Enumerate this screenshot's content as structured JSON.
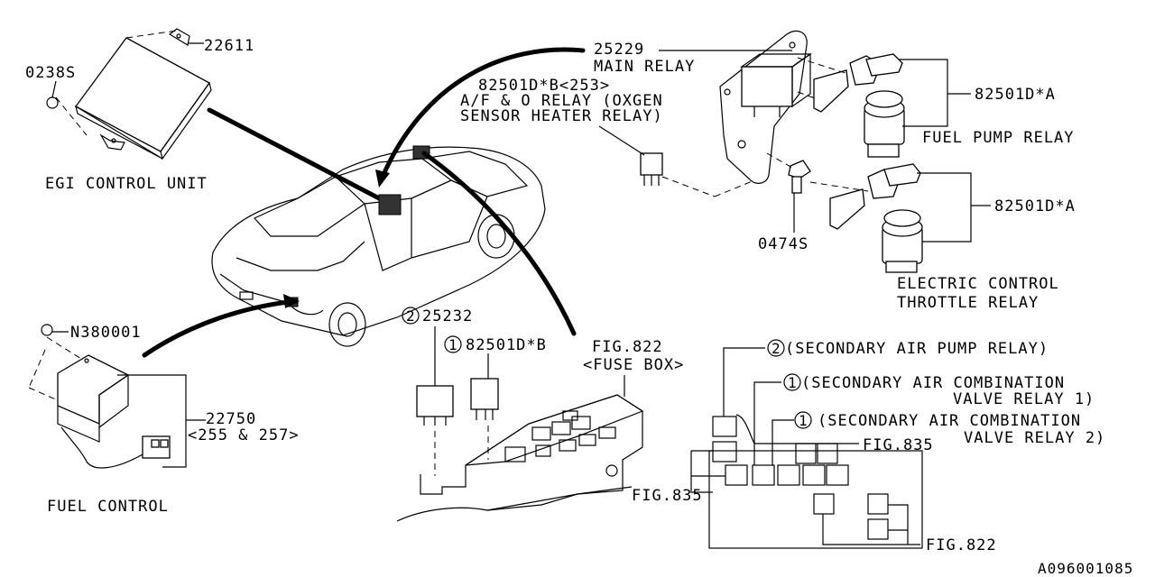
{
  "labels": {
    "p22611": "22611",
    "p0238s": "0238S",
    "egi": "EGI CONTROL UNIT",
    "p25229": "25229",
    "main_relay": "MAIN RELAY",
    "p82501db": "82501D*B<253>",
    "af_relay_1": "A/F & O  RELAY (OXGEN",
    "af_relay_2": "SENSOR HEATER RELAY)",
    "p82501da_1": "82501D*A",
    "fuel_pump_relay": "FUEL PUMP RELAY",
    "p82501da_2": "82501D*A",
    "p0474s": "0474S",
    "etc_relay_1": "ELECTRIC CONTROL",
    "etc_relay_2": "THROTTLE RELAY",
    "pn380001": "N380001",
    "p22750": "22750",
    "p22750_sub": "<255 & 257>",
    "fuel_control": "FUEL CONTROL",
    "c2_num": "2",
    "p25232": "25232",
    "c1_num": "1",
    "p82501dbb": "82501D*B",
    "fig822": "FIG.822",
    "fuse_box": "<FUSE BOX>",
    "sec_air_pump_num": "2",
    "sec_air_pump": "(SECONDARY AIR PUMP RELAY)",
    "sec_comb1_num": "1",
    "sec_comb1_a": "(SECONDARY AIR COMBINATION",
    "sec_comb1_b": "VALVE RELAY 1)",
    "sec_comb2_num": "1",
    "sec_comb2_a": "(SECONDARY AIR COMBINATION",
    "sec_comb2_b": "VALVE RELAY 2)",
    "fig835_a": "FIG.835",
    "fig835_b": "FIG.835",
    "fig822_b": "FIG.822",
    "drawing_id": "A096001085"
  }
}
